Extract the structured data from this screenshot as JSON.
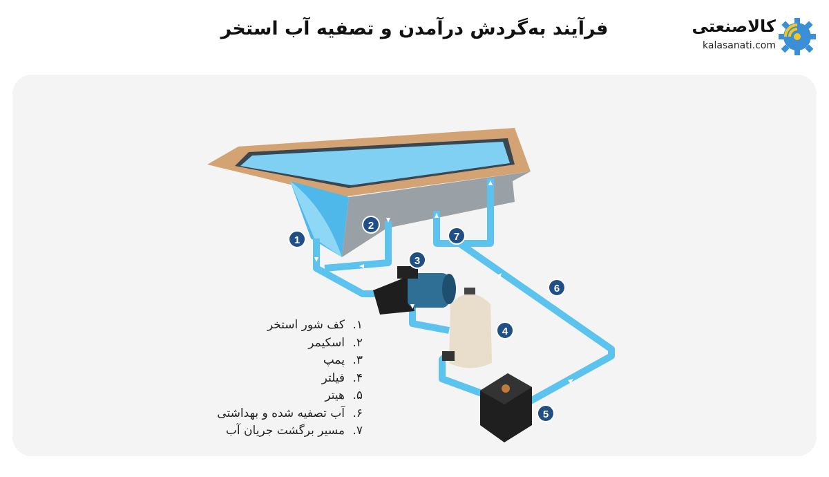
{
  "title": "فرآیند به‌گردش درآمدن و تصفیه آب استخر",
  "logo": {
    "text_fa": "کالاصنعتی",
    "text_en": "kalasanati.com"
  },
  "badges": [
    "1",
    "2",
    "3",
    "4",
    "5",
    "6",
    "7"
  ],
  "legend": [
    {
      "num": "۱.",
      "label": "کف شور استخر"
    },
    {
      "num": "۲.",
      "label": "اسکیمر"
    },
    {
      "num": "۳.",
      "label": "پمپ"
    },
    {
      "num": "۴.",
      "label": "فیلتر"
    },
    {
      "num": "۵.",
      "label": "هیتر"
    },
    {
      "num": "۶.",
      "label": "آب تصفیه شده و بهداشتی"
    },
    {
      "num": "۷.",
      "label": "مسیر برگشت جریان آب"
    }
  ],
  "colors": {
    "pipe": "#5cc3ef",
    "badge": "#1f4f86",
    "rim": "#d4a373",
    "water": "#7fd0f2"
  }
}
